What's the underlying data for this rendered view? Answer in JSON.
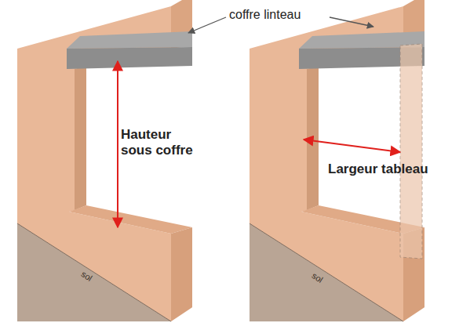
{
  "diagram": {
    "labels": [
      "coffre linteau",
      "Hauteur sous coffre",
      "Largeur tableau",
      "sol",
      "sol"
    ]
  }
}
